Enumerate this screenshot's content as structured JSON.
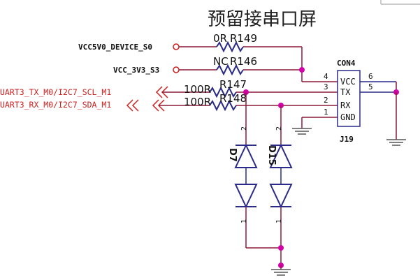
{
  "title": "预留接串口屏",
  "nets": {
    "vcc5v0": "VCC5V0_DEVICE_S0",
    "vcc3v3": "VCC_3V3_S3",
    "uart_tx": "UART3_TX_M0/I2C7_SCL_M1",
    "uart_rx": "UART3_RX_M0/I2C7_SDA_M1"
  },
  "resistors": {
    "r149": {
      "value": "0R",
      "ref": "R149"
    },
    "r146": {
      "value": "NC",
      "ref": "R146"
    },
    "r147": {
      "value": "100R",
      "ref": "R147"
    },
    "r148": {
      "value": "100R",
      "ref": "R148"
    }
  },
  "connector": {
    "name": "CON4",
    "ref": "J19",
    "pins": [
      {
        "num": "4",
        "name": "VCC"
      },
      {
        "num": "3",
        "name": "TX"
      },
      {
        "num": "2",
        "name": "RX"
      },
      {
        "num": "1",
        "name": "GND"
      }
    ],
    "mount_pins": [
      "6",
      "5"
    ]
  },
  "diodes": {
    "d7": {
      "ref": "D7",
      "pin_top": "2",
      "pin_bottom": "1"
    },
    "d15": {
      "ref": "D15",
      "pin_top": "2",
      "pin_bottom": "1"
    }
  }
}
